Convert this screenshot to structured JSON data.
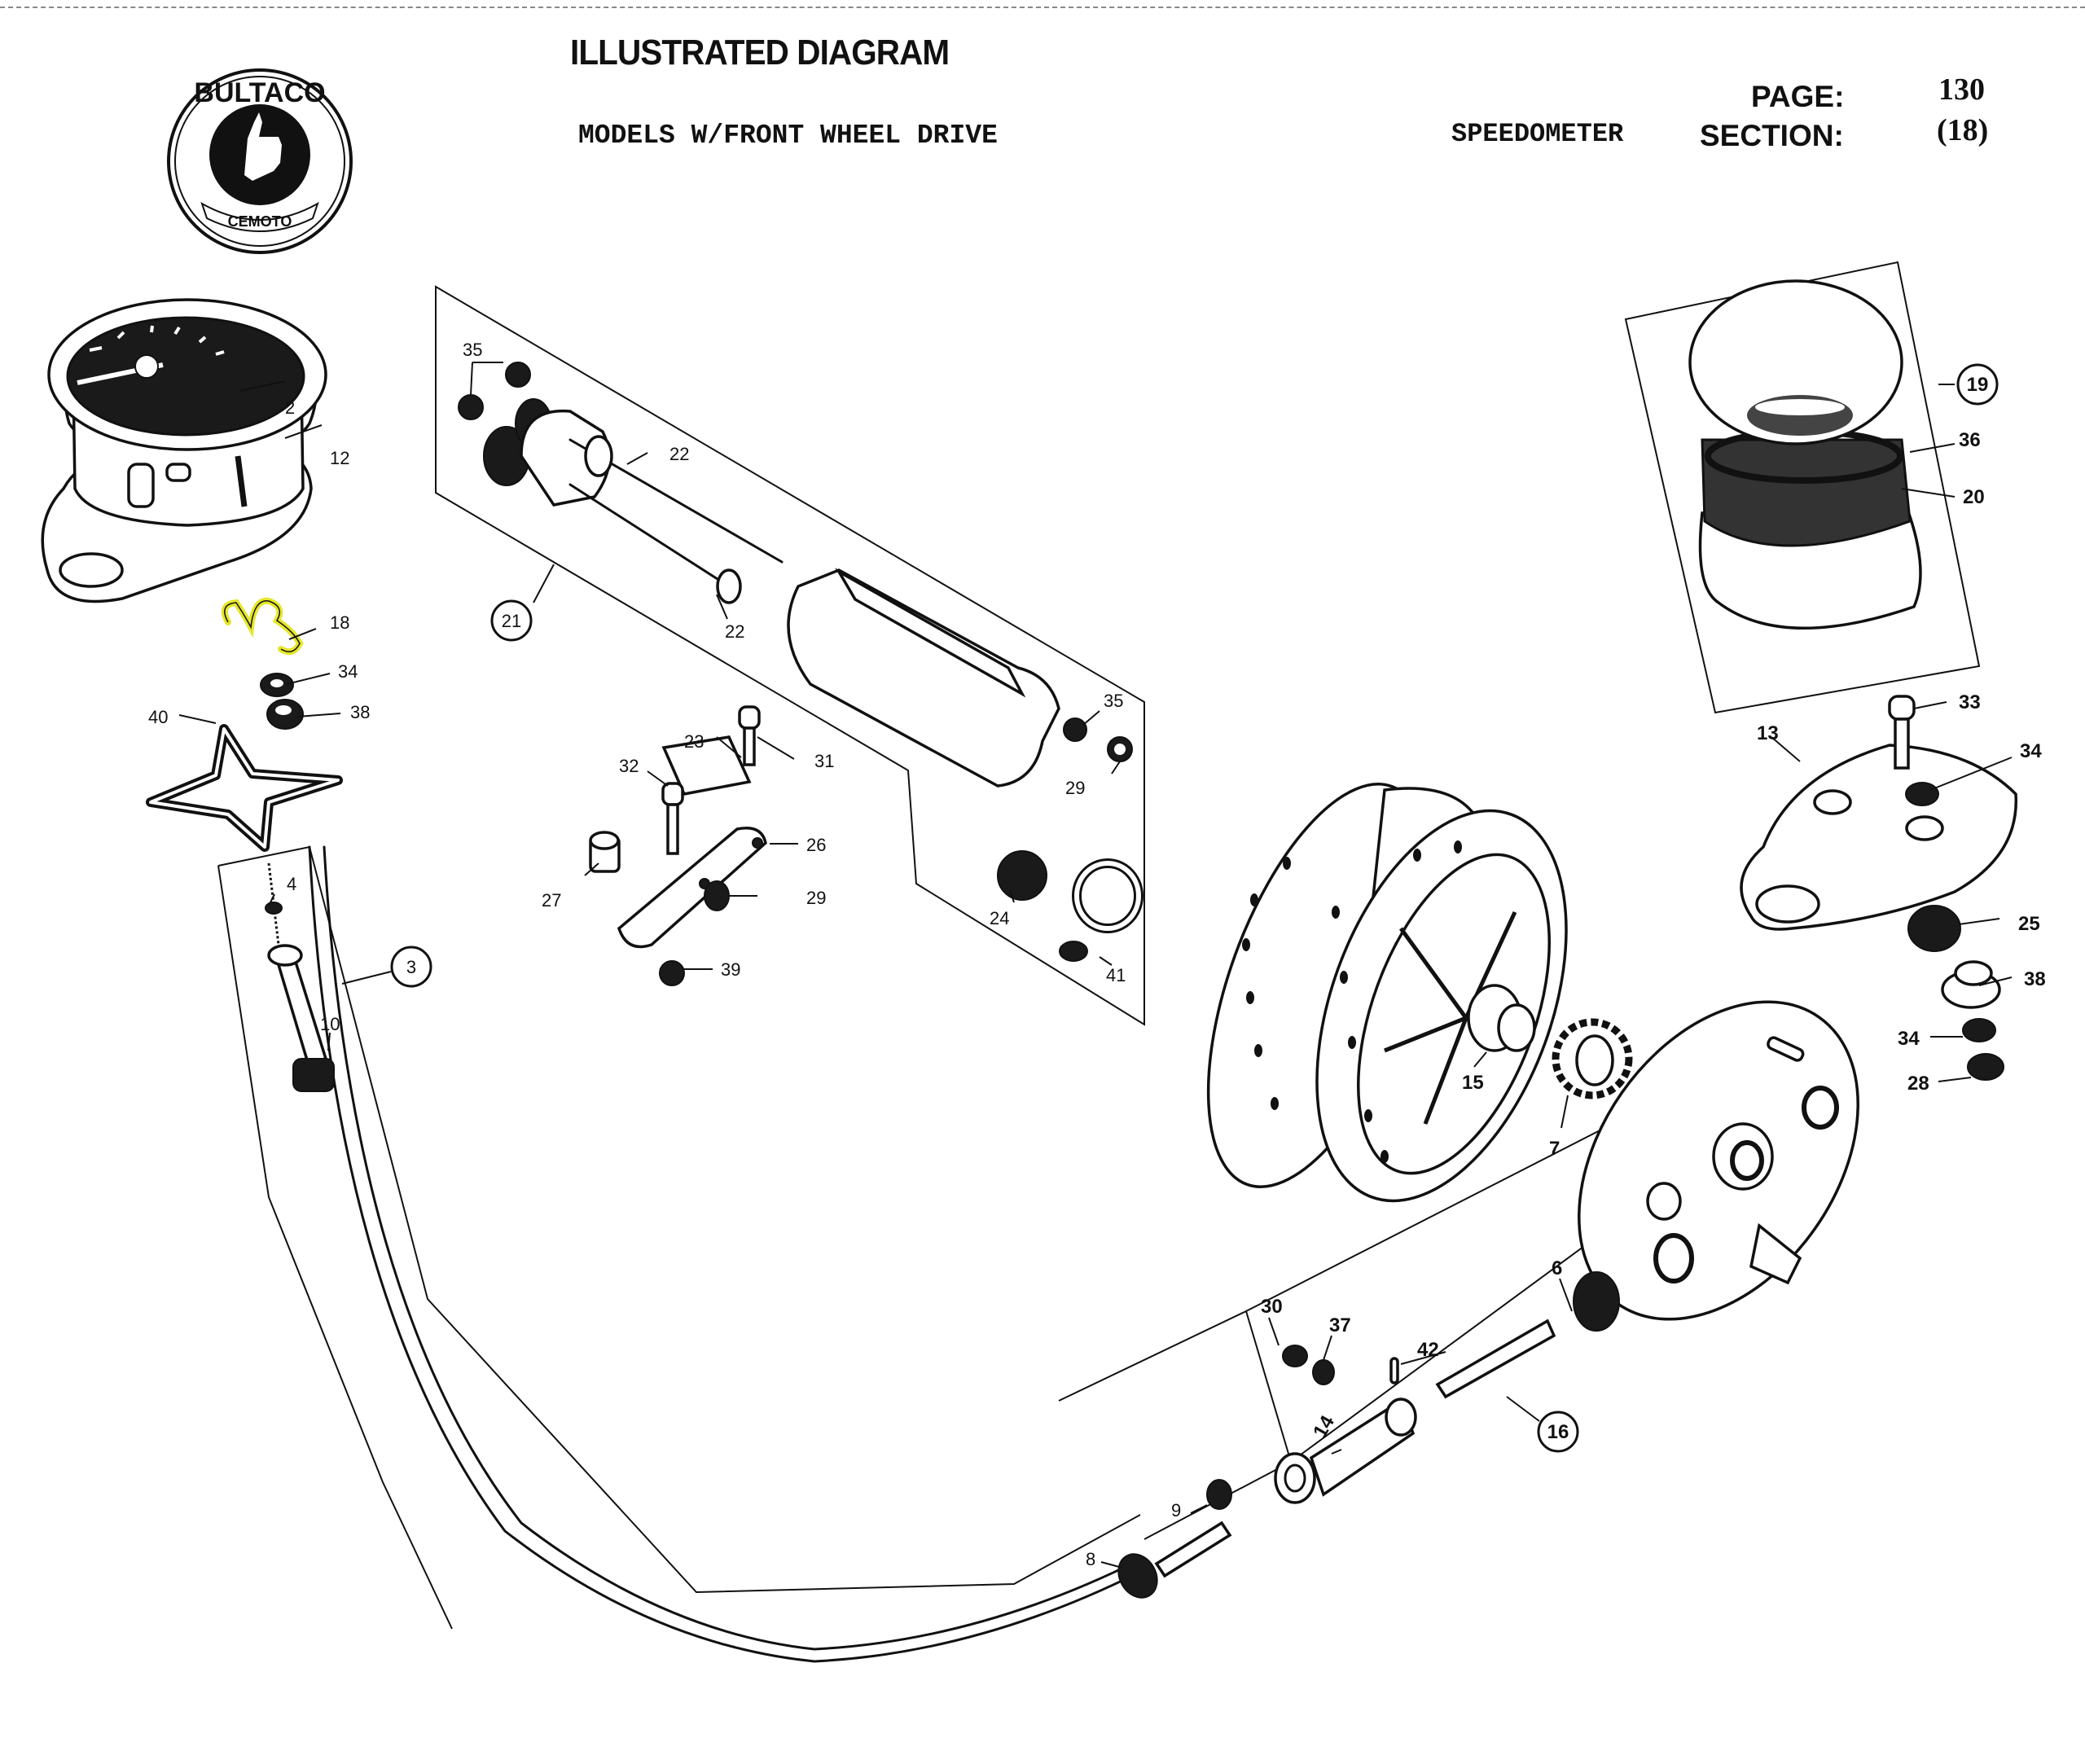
{
  "header": {
    "title": "ILLUSTRATED DIAGRAM",
    "subtitle": "MODELS W/FRONT WHEEL DRIVE",
    "section_name": "SPEEDOMETER",
    "page_label": "PAGE:",
    "page_value": "130",
    "section_label": "SECTION:",
    "section_value": "(18)"
  },
  "logo": {
    "brand": "BULTACO",
    "ribbon": "CEMOTO",
    "icon": "thumbs-up-icon"
  },
  "highlight_color": "#e6e62a",
  "callouts": {
    "c2": "2",
    "c12": "12",
    "c18": "18",
    "c34a": "34",
    "c38a": "38",
    "c40": "40",
    "c4": "4",
    "c3": "3",
    "c10": "10",
    "c35a": "35",
    "c22a": "22",
    "c22b": "22",
    "c21": "21",
    "c35b": "35",
    "c29a": "29",
    "c23": "23",
    "c31": "31",
    "c32": "32",
    "c26": "26",
    "c27": "27",
    "c29b": "29",
    "c39": "39",
    "c24": "24",
    "c41": "41",
    "c19": "19",
    "c36": "36",
    "c20": "20",
    "c33": "33",
    "c13": "13",
    "c34b": "34",
    "c25": "25",
    "c38b": "38",
    "c34c": "34",
    "c28": "28",
    "c15": "15",
    "c7": "7",
    "c30": "30",
    "c37": "37",
    "c42": "42",
    "c6": "6",
    "c14": "14",
    "c16": "16",
    "c9": "9",
    "c8": "8"
  },
  "parts": [
    {
      "ref": "2",
      "name": "speedometer-head"
    },
    {
      "ref": "12",
      "name": "mounting-bracket"
    },
    {
      "ref": "18",
      "name": "retaining-clip",
      "highlighted": true
    },
    {
      "ref": "40",
      "name": "star-bracket"
    },
    {
      "ref": "3",
      "name": "speedometer-cable-assembly"
    },
    {
      "ref": "21",
      "name": "odometer-assembly"
    },
    {
      "ref": "19",
      "name": "cup-assembly"
    },
    {
      "ref": "16",
      "name": "drive-assembly"
    }
  ]
}
